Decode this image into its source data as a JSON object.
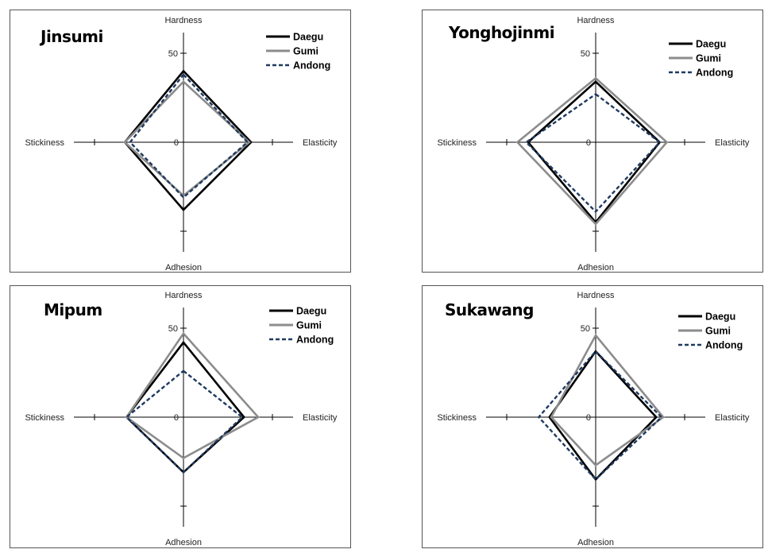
{
  "chart_data": [
    {
      "type": "radar",
      "title": "Jinsumi",
      "axes": [
        "Hardness",
        "Elasticity",
        "Adhesion",
        "Stickiness"
      ],
      "tick_labels": [
        "50",
        "0"
      ],
      "range": [
        0,
        50
      ],
      "series": [
        {
          "name": "Daegu",
          "values": [
            40,
            38,
            38,
            33
          ],
          "color": "#000000",
          "style": "solid"
        },
        {
          "name": "Gumi",
          "values": [
            34,
            37,
            30,
            33
          ],
          "color": "#8c8c8c",
          "style": "solid"
        },
        {
          "name": "Andong",
          "values": [
            38,
            36,
            31,
            30
          ],
          "color": "#1f3a60",
          "style": "dashed"
        }
      ]
    },
    {
      "type": "radar",
      "title": "Yonghojinmi",
      "axes": [
        "Hardness",
        "Elasticity",
        "Adhesion",
        "Stickiness"
      ],
      "tick_labels": [
        "50",
        "0"
      ],
      "range": [
        0,
        50
      ],
      "series": [
        {
          "name": "Daegu",
          "values": [
            34,
            36,
            45,
            38
          ],
          "color": "#000000",
          "style": "solid"
        },
        {
          "name": "Gumi",
          "values": [
            36,
            40,
            46,
            44
          ],
          "color": "#8c8c8c",
          "style": "solid"
        },
        {
          "name": "Andong",
          "values": [
            27,
            36,
            39,
            39
          ],
          "color": "#1f3a60",
          "style": "dashed"
        }
      ]
    },
    {
      "type": "radar",
      "title": "Mipum",
      "axes": [
        "Hardness",
        "Elasticity",
        "Adhesion",
        "Stickiness"
      ],
      "tick_labels": [
        "50",
        "0"
      ],
      "range": [
        0,
        50
      ],
      "series": [
        {
          "name": "Daegu",
          "values": [
            42,
            34,
            31,
            32
          ],
          "color": "#000000",
          "style": "solid"
        },
        {
          "name": "Gumi",
          "values": [
            47,
            42,
            23,
            32
          ],
          "color": "#8c8c8c",
          "style": "solid"
        },
        {
          "name": "Andong",
          "values": [
            26,
            33,
            31,
            32
          ],
          "color": "#1f3a60",
          "style": "dashed"
        }
      ]
    },
    {
      "type": "radar",
      "title": "Sukawang",
      "axes": [
        "Hardness",
        "Elasticity",
        "Adhesion",
        "Stickiness"
      ],
      "tick_labels": [
        "50",
        "0"
      ],
      "range": [
        0,
        50
      ],
      "series": [
        {
          "name": "Daegu",
          "values": [
            37,
            34,
            35,
            26
          ],
          "color": "#000000",
          "style": "solid"
        },
        {
          "name": "Gumi",
          "values": [
            46,
            38,
            27,
            25
          ],
          "color": "#8c8c8c",
          "style": "solid"
        },
        {
          "name": "Andong",
          "values": [
            37,
            37,
            35,
            32
          ],
          "color": "#1f3a60",
          "style": "dashed"
        }
      ]
    }
  ]
}
